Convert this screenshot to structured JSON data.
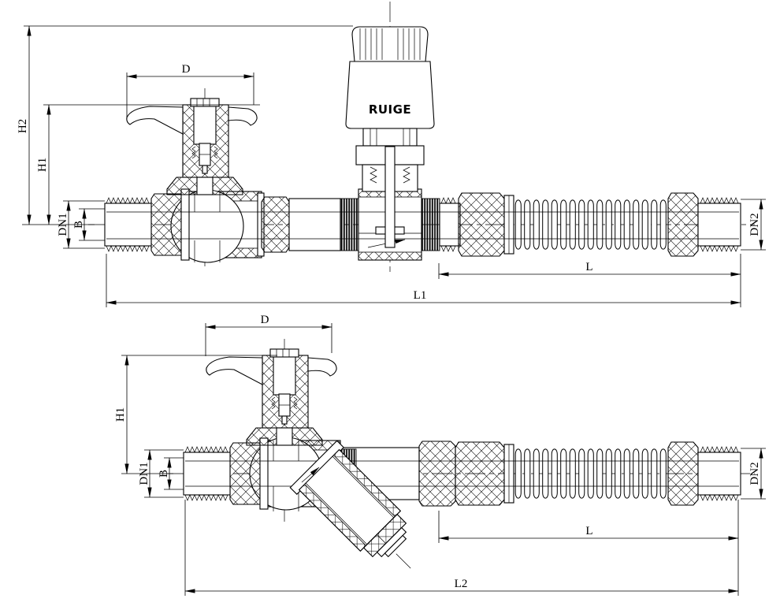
{
  "drawing": {
    "brand": "RUIGE",
    "colors": {
      "line": "#000000",
      "background": "#ffffff"
    },
    "top_view": {
      "name": "thermostatic-valve-with-flex-hose",
      "d": "D",
      "h2": "H2",
      "h1": "H1",
      "dn1": "DN1",
      "b": "B",
      "dn2": "DN2",
      "l": "L",
      "l1": "L1"
    },
    "bottom_view": {
      "name": "strainer-valve-with-flex-hose",
      "d": "D",
      "h1": "H1",
      "dn1": "DN1",
      "b": "B",
      "dn2": "DN2",
      "l": "L",
      "l2": "L2"
    }
  }
}
